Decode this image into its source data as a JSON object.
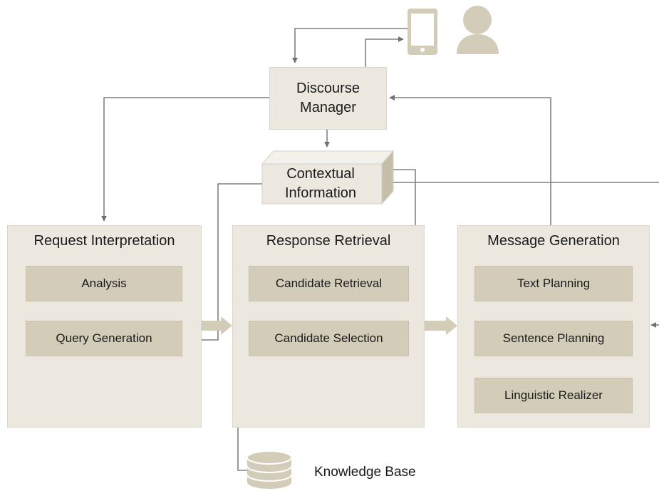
{
  "discourse_manager": {
    "line1": "Discourse",
    "line2": "Manager"
  },
  "contextual_information": {
    "line1": "Contextual",
    "line2": "Information"
  },
  "panels": [
    {
      "title": "Request Interpretation",
      "items": [
        "Analysis",
        "Query Generation"
      ]
    },
    {
      "title": "Response Retrieval",
      "items": [
        "Candidate Retrieval",
        "Candidate Selection"
      ]
    },
    {
      "title": "Message Generation",
      "items": [
        "Text Planning",
        "Sentence Planning",
        "Linguistic Realizer"
      ]
    }
  ],
  "knowledge_base": "Knowledge Base",
  "icons": {
    "device": "smartphone-icon",
    "user": "user-icon",
    "storage": "database-icon"
  },
  "colors": {
    "box_fill": "#ece8e0",
    "inner_box_fill": "#d3ccb8",
    "arrow_fill": "#d3ccb8",
    "line": "#808080",
    "icon": "#d3ccb8"
  }
}
